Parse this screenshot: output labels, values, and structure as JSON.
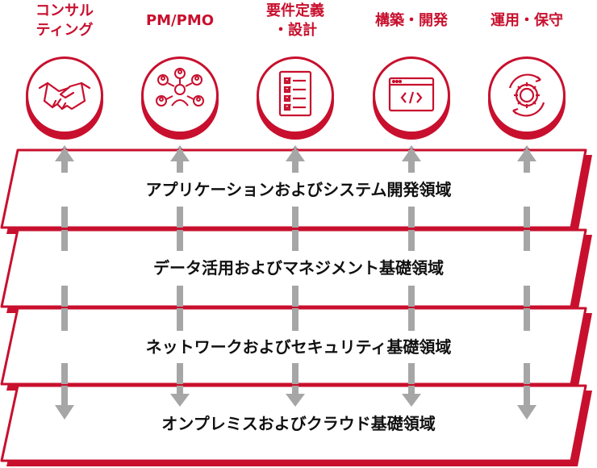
{
  "phases": [
    {
      "label": "コンサル\nティング",
      "icon": "handshake-icon"
    },
    {
      "label": "PM/PMO",
      "icon": "team-network-icon"
    },
    {
      "label": "要件定義\n・設計",
      "icon": "checklist-icon"
    },
    {
      "label": "構築・開発",
      "icon": "code-window-icon"
    },
    {
      "label": "運用・保守",
      "icon": "gear-cycle-icon"
    }
  ],
  "layers": [
    {
      "label": "アプリケーションおよびシステム開発領域"
    },
    {
      "label": "データ活用およびマネジメント基礎領域"
    },
    {
      "label": "ネットワークおよびセキュリティ基礎領域"
    },
    {
      "label": "オンプレミスおよびクラウド基礎領域"
    }
  ],
  "colors": {
    "accent": "#c8102e",
    "arrow": "#a6a6a6",
    "text": "#111111",
    "band_fill": "#ffffff"
  }
}
